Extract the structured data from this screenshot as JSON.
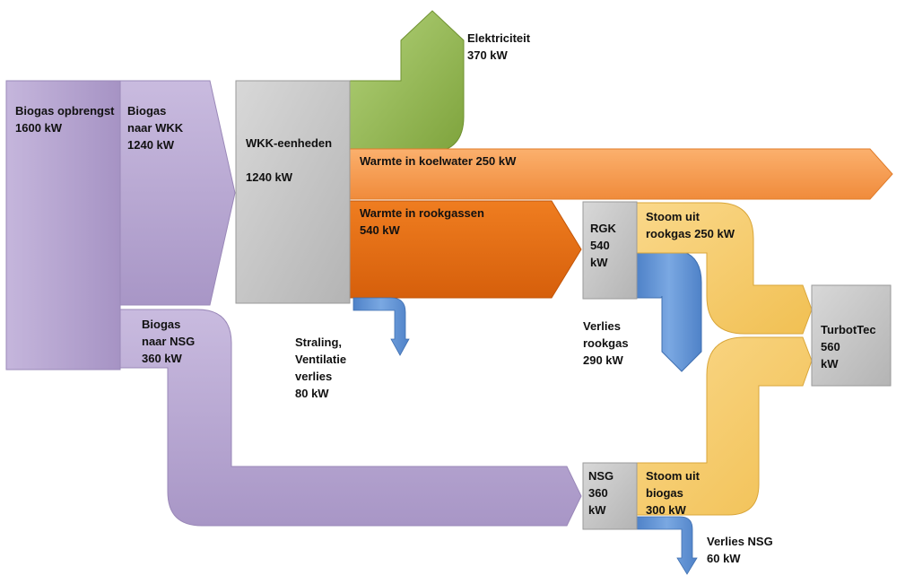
{
  "colors": {
    "biogas": "#b9a9d1",
    "biogas_dark": "#a28fc2",
    "electricity": "#8fb64d",
    "coolwater": "#f59a4e",
    "fluegas": "#e2680f",
    "loss": "#5b8fd3",
    "steam": "#f5cd6a",
    "unit": "#c8c8c8"
  },
  "nodes": {
    "biogas_yield": {
      "label": "Biogas opbrengst\n1600 kW"
    },
    "biogas_to_chp": {
      "label": "Biogas\nnaar WKK\n1240 kW"
    },
    "chp_units": {
      "label": "WKK-eenheden\n\n1240 kW"
    },
    "hrsg": {
      "label": "RGK\n540\nkW"
    },
    "nsg": {
      "label": "NSG\n360\nkW"
    },
    "turbotec": {
      "label": "TurbotTec\n560\nkW"
    }
  },
  "flows": {
    "biogas_to_nsg": {
      "label": "Biogas\nnaar NSG\n360 kW"
    },
    "electricity": {
      "label": "Elektriciteit\n370 kW"
    },
    "cooling_water_heat": {
      "label": "Warmte in koelwater 250 kW"
    },
    "flue_gas_heat": {
      "label": "Warmte in rookgassen\n540 kW"
    },
    "radiation_losses": {
      "label": "Straling,\nVentilatie\nverlies\n80 kW"
    },
    "flue_gas_loss": {
      "label": "Verlies\nrookgas\n290 kW"
    },
    "steam_from_flue_gas": {
      "label": "Stoom uit\nrookgas 250 kW"
    },
    "steam_from_biogas": {
      "label": "Stoom uit\nbiogas\n300 kW"
    },
    "nsg_loss": {
      "label": "Verlies NSG\n60 kW"
    }
  }
}
